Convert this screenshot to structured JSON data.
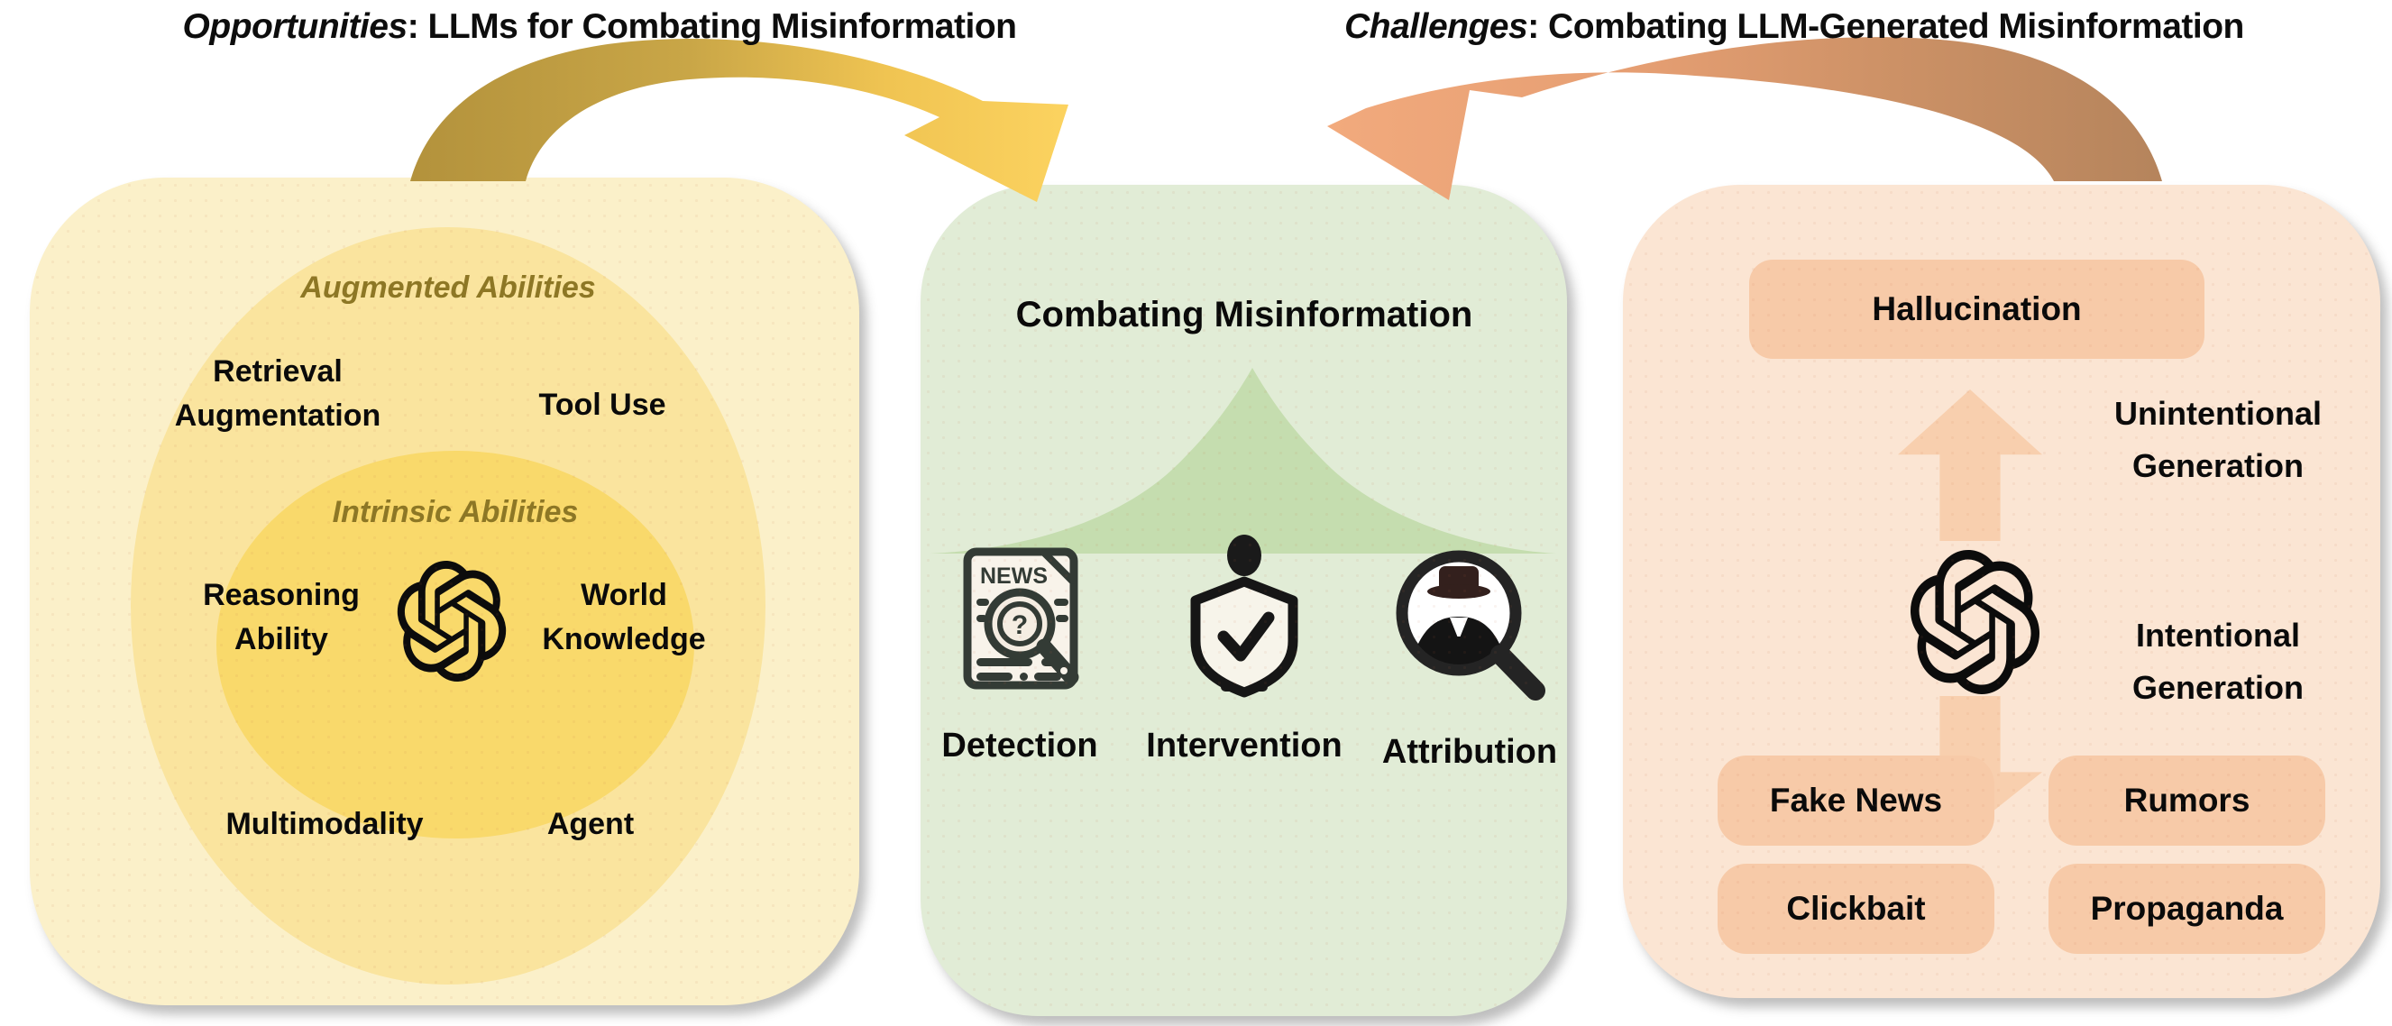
{
  "header": {
    "left_title": {
      "emphasis": "Opportunities",
      "rest": ": LLMs for Combating Misinformation"
    },
    "right_title": {
      "emphasis": "Challenges",
      "rest": ": Combating LLM-Generated Misinformation"
    }
  },
  "opportunities_panel": {
    "augmented_label": "Augmented Abilities",
    "intrinsic_label": "Intrinsic Abilities",
    "retrieval": "Retrieval Augmentation",
    "tool_use": "Tool Use",
    "reasoning": "Reasoning Ability",
    "world_knowledge": "World Knowledge",
    "multimodality": "Multimodality",
    "agent": "Agent",
    "center_icon": "openai-logo"
  },
  "combating_panel": {
    "title": "Combating Misinformation",
    "canopy_icon": "green-canopy-shape",
    "items": [
      {
        "label": "Detection",
        "icon": "news-magnifier-icon",
        "icon_text": "NEWS",
        "icon_glyph": "?"
      },
      {
        "label": "Intervention",
        "icon": "shield-person-icon"
      },
      {
        "label": "Attribution",
        "icon": "detective-magnifier-icon"
      }
    ]
  },
  "challenges_panel": {
    "hallucination": "Hallucination",
    "unintentional": "Unintentional Generation",
    "intentional": "Intentional Generation",
    "center_icon": "openai-logo",
    "types": [
      "Fake News",
      "Rumors",
      "Clickbait",
      "Propaganda"
    ]
  },
  "colors": {
    "left_panel_bg": "#FBF0C9",
    "ellipse_outer": "#FAE49E",
    "ellipse_inner": "#F9D96B",
    "olive_text": "#8D7725",
    "mid_panel_bg": "#E1ECD6",
    "dome_green": "#C5DDAF",
    "right_panel_bg": "#FBE5D3",
    "peach_box": "#F7CAA8",
    "peach_arrow": "#F8CFAE",
    "gold_arrow_dark": "#B3923C",
    "gold_arrow_light": "#FCD360",
    "salmon_arrow_light": "#F2AA7D",
    "salmon_arrow_dark": "#B5845C"
  }
}
